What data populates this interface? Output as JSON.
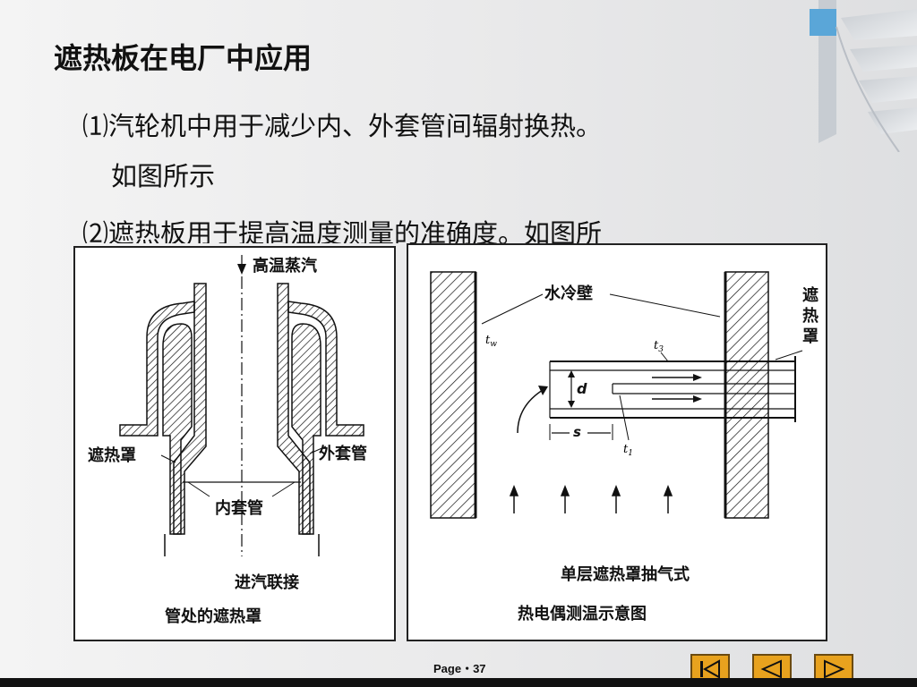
{
  "title": "遮热板在电厂中应用",
  "bullets": [
    {
      "number": "⑴",
      "text": "汽轮机中用于减少内、外套管间辐射换热。"
    },
    {
      "text": "如图所示"
    },
    {
      "number": "⑵",
      "text": "遮热板用于提高温度测量的准确度。如图所"
    }
  ],
  "figure1": {
    "top_label": "高温蒸汽",
    "left_label": "遮热罩",
    "right_label": "外套管",
    "inner_label": "内套管",
    "bottom_label": "进汽联接",
    "caption": "管处的遮热罩"
  },
  "figure2": {
    "wall_label": "水冷壁",
    "shield_label": "遮热罩",
    "tw": "t",
    "tw_sub": "w",
    "t3": "t",
    "t3_sub": "3",
    "t1": "t",
    "t1_sub": "1",
    "d": "d",
    "s": "s",
    "caption_line1": "单层遮热罩抽气式",
    "caption_line2": "热电偶测温示意图"
  },
  "footer": {
    "page_label": "Page・37"
  },
  "nav": {
    "first_icon": "skip-to-first-icon",
    "prev_icon": "previous-triangle-icon",
    "next_icon": "next-triangle-icon",
    "accent_color": "#e8a21e"
  }
}
